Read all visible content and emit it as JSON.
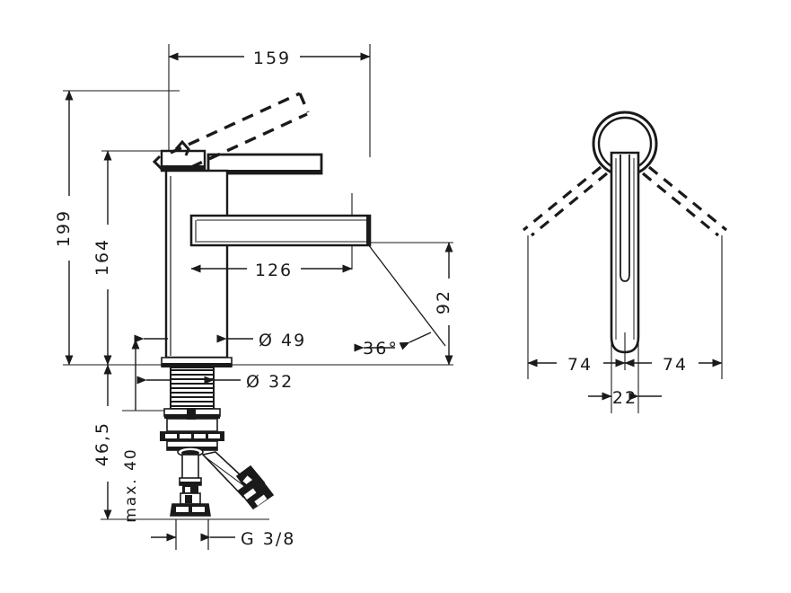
{
  "drawing": {
    "type": "technical-dimension-drawing",
    "subject": "single-lever basin mixer faucet",
    "views": [
      {
        "name": "front-elevation",
        "position": "left"
      },
      {
        "name": "top-plan",
        "position": "right"
      }
    ],
    "units": "mm",
    "line_color": "#1a1a1a",
    "background_color": "#ffffff"
  },
  "dimensions": {
    "overall_width": "159",
    "total_height": "199",
    "body_height": "164",
    "spout_reach": "126",
    "spout_height": "92",
    "body_diameter": "Ø 49",
    "shank_diameter": "Ø 32",
    "shank_length": "46,5",
    "max_deck_thickness": "max. 40",
    "plan_left_swing": "74",
    "plan_right_swing": "74",
    "lever_width": "22",
    "lever_angle": "36°",
    "thread_size": "G 3/8"
  },
  "labels": {
    "d159": "159",
    "d199": "199",
    "d164": "164",
    "d126": "126",
    "d92": "92",
    "d49": "Ø 49",
    "d32": "Ø 32",
    "d465": "46,5",
    "dmax40": "max. 40",
    "d74left": "74",
    "d74right": "74",
    "d22": "22",
    "d36deg": "36°",
    "dg38": "G 3/8"
  }
}
